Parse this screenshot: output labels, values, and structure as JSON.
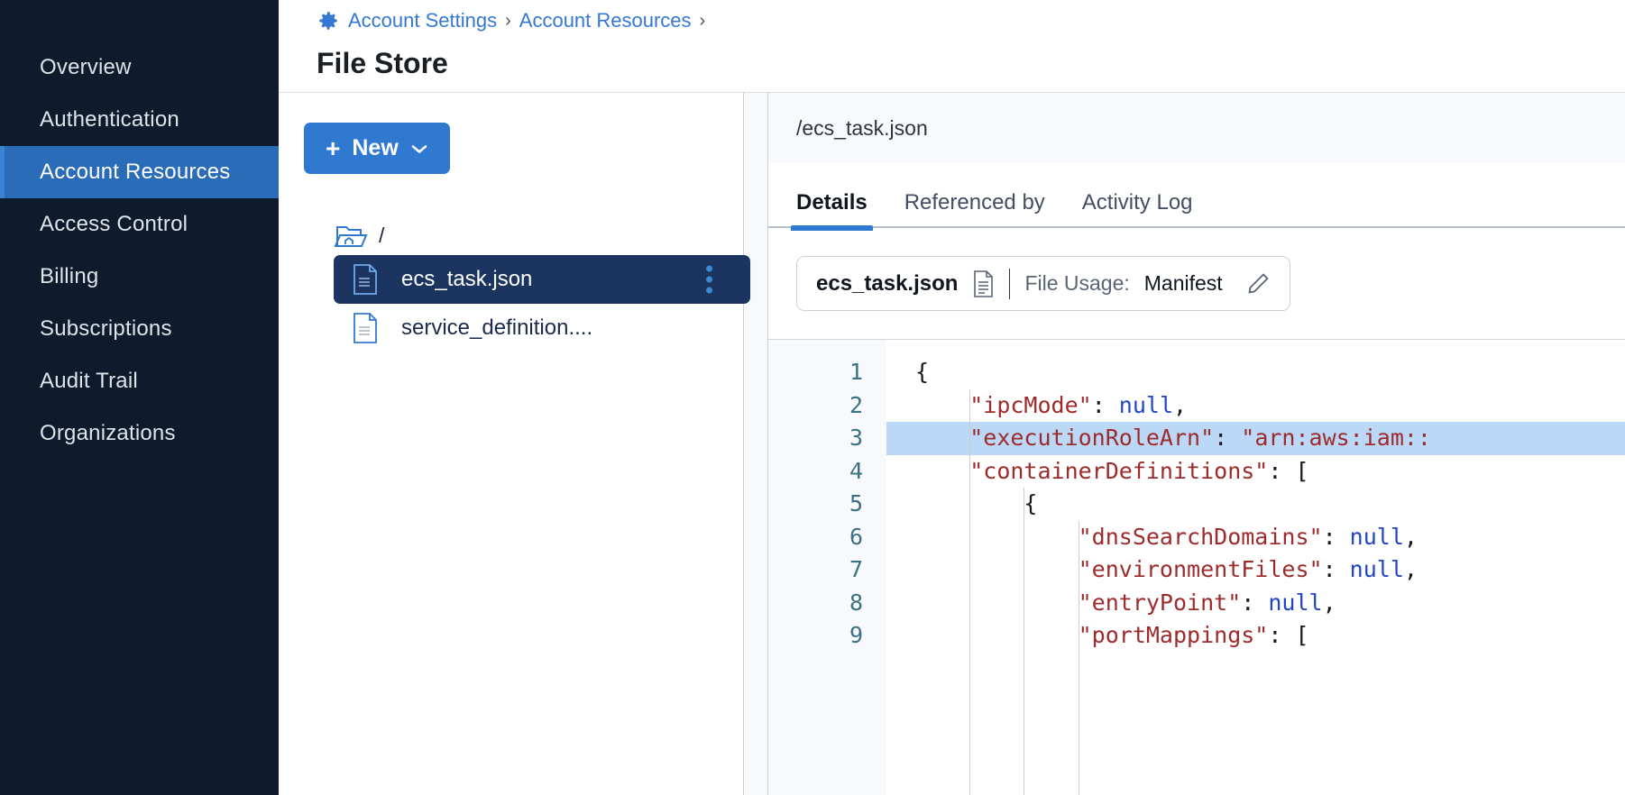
{
  "sidebar": {
    "items": [
      {
        "label": "Overview",
        "active": false
      },
      {
        "label": "Authentication",
        "active": false
      },
      {
        "label": "Account Resources",
        "active": true
      },
      {
        "label": "Access Control",
        "active": false
      },
      {
        "label": "Billing",
        "active": false
      },
      {
        "label": "Subscriptions",
        "active": false
      },
      {
        "label": "Audit Trail",
        "active": false
      },
      {
        "label": "Organizations",
        "active": false
      }
    ],
    "background_color": "#0d1b2c",
    "active_color": "#2b6cb8"
  },
  "header": {
    "breadcrumb": [
      {
        "label": "Account Settings"
      },
      {
        "label": "Account Resources"
      }
    ],
    "separator": "›",
    "trailing_separator": "›",
    "gear_icon": "gear-icon",
    "title": "File Store",
    "link_color": "#3478d4"
  },
  "tree_pane": {
    "new_button": {
      "plus": "+",
      "label": "New",
      "chevron": "chevron-down-icon",
      "color": "#2f7ad0"
    },
    "root": {
      "icon": "open-folder-home-icon",
      "label": "/"
    },
    "files": [
      {
        "name": "ecs_task.json",
        "icon": "file-icon",
        "selected": true,
        "menu": "kebab-menu-icon"
      },
      {
        "name": "service_definition....",
        "icon": "file-icon",
        "selected": false
      }
    ],
    "selected_bg": "#1b3560"
  },
  "detail_pane": {
    "path": "/ecs_task.json",
    "tabs": [
      {
        "label": "Details",
        "active": true
      },
      {
        "label": "Referenced by",
        "active": false
      },
      {
        "label": "Activity Log",
        "active": false
      }
    ],
    "active_tab_color": "#2f7ad0",
    "usage_card": {
      "file_name": "ecs_task.json",
      "doc_icon": "document-icon",
      "usage_label": "File Usage:",
      "usage_value": "Manifest",
      "edit_icon": "pencil-icon"
    }
  },
  "editor": {
    "line_numbers": [
      "1",
      "2",
      "3",
      "4",
      "5",
      "6",
      "7",
      "8",
      "9"
    ],
    "highlighted_line": 3,
    "highlight_color": "#bcd8f7",
    "lines": [
      {
        "n": 1,
        "indent": 0,
        "tokens": [
          {
            "t": "punc",
            "v": "{"
          }
        ]
      },
      {
        "n": 2,
        "indent": 1,
        "tokens": [
          {
            "t": "key",
            "v": "\"ipcMode\""
          },
          {
            "t": "punc",
            "v": ": "
          },
          {
            "t": "null",
            "v": "null"
          },
          {
            "t": "punc",
            "v": ","
          }
        ]
      },
      {
        "n": 3,
        "indent": 1,
        "tokens": [
          {
            "t": "key",
            "v": "\"executionRoleArn\""
          },
          {
            "t": "punc",
            "v": ": "
          },
          {
            "t": "str",
            "v": "\"arn:aws:iam::"
          }
        ]
      },
      {
        "n": 4,
        "indent": 1,
        "tokens": [
          {
            "t": "key",
            "v": "\"containerDefinitions\""
          },
          {
            "t": "punc",
            "v": ": ["
          }
        ]
      },
      {
        "n": 5,
        "indent": 2,
        "tokens": [
          {
            "t": "punc",
            "v": "{"
          }
        ]
      },
      {
        "n": 6,
        "indent": 3,
        "tokens": [
          {
            "t": "key",
            "v": "\"dnsSearchDomains\""
          },
          {
            "t": "punc",
            "v": ": "
          },
          {
            "t": "null",
            "v": "null"
          },
          {
            "t": "punc",
            "v": ","
          }
        ]
      },
      {
        "n": 7,
        "indent": 3,
        "tokens": [
          {
            "t": "key",
            "v": "\"environmentFiles\""
          },
          {
            "t": "punc",
            "v": ": "
          },
          {
            "t": "null",
            "v": "null"
          },
          {
            "t": "punc",
            "v": ","
          }
        ]
      },
      {
        "n": 8,
        "indent": 3,
        "tokens": [
          {
            "t": "key",
            "v": "\"entryPoint\""
          },
          {
            "t": "punc",
            "v": ": "
          },
          {
            "t": "null",
            "v": "null"
          },
          {
            "t": "punc",
            "v": ","
          }
        ]
      },
      {
        "n": 9,
        "indent": 3,
        "tokens": [
          {
            "t": "key",
            "v": "\"portMappings\""
          },
          {
            "t": "punc",
            "v": ": ["
          }
        ]
      }
    ]
  }
}
